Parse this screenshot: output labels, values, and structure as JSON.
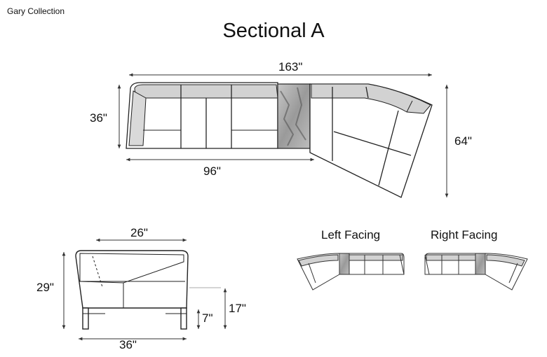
{
  "brand": "Gary Collection",
  "title": "Sectional A",
  "top_view": {
    "total_width": "163\"",
    "depth": "36\"",
    "left_length": "96\"",
    "right_depth": "64\""
  },
  "side_view": {
    "seat_depth": "26\"",
    "height": "29\"",
    "leg_height": "7\"",
    "seat_height": "17\"",
    "depth": "36\""
  },
  "configurations": {
    "left_label": "Left Facing",
    "right_label": "Right Facing"
  }
}
